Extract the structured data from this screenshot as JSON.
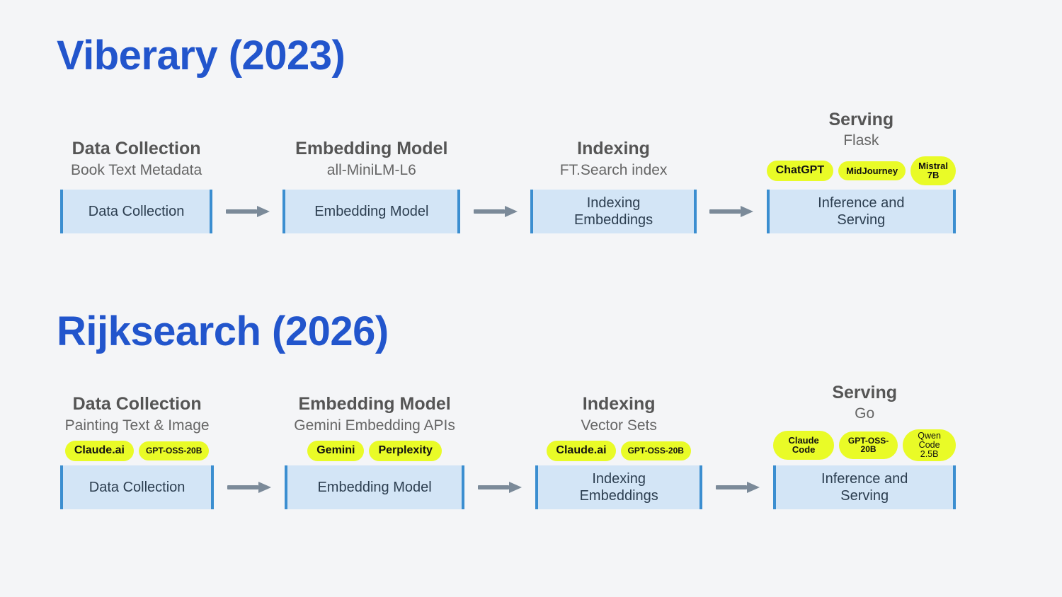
{
  "page": {
    "background_color": "#f4f5f7",
    "title_color": "#2255cc",
    "box_fill_color": "#d3e5f6",
    "box_border_color": "#3b8ed0",
    "pill_color": "#e9fb27",
    "arrow_color": "#7b8a99"
  },
  "sections": [
    {
      "id": "viberary",
      "title": "Viberary (2023)",
      "stages": [
        {
          "title": "Data Collection",
          "subtitle": "Book Text Metadata",
          "pills": [],
          "box_label": "Data Collection"
        },
        {
          "title": "Embedding Model",
          "subtitle": "all-MiniLM-L6",
          "pills": [],
          "box_label": "Embedding Model"
        },
        {
          "title": "Indexing",
          "subtitle": "FT.Search index",
          "pills": [],
          "box_label": "Indexing\nEmbeddings"
        },
        {
          "title": "Serving",
          "subtitle": "Flask",
          "pills": [
            {
              "label": "ChatGPT",
              "size": "sz-lg"
            },
            {
              "label": "MidJourney",
              "size": "sz-md"
            },
            {
              "label": "Mistral 7B",
              "size": "sz-md"
            }
          ],
          "box_label": "Inference and\nServing"
        }
      ]
    },
    {
      "id": "rijksearch",
      "title": "Rijksearch (2026)",
      "stages": [
        {
          "title": "Data Collection",
          "subtitle": "Painting Text & Image",
          "pills": [
            {
              "label": "Claude.ai",
              "size": "sz-lg"
            },
            {
              "label": "GPT-OSS-20B",
              "size": "sz-sm"
            }
          ],
          "box_label": "Data Collection"
        },
        {
          "title": "Embedding Model",
          "subtitle": "Gemini Embedding APIs",
          "pills": [
            {
              "label": "Gemini",
              "size": "sz-lg"
            },
            {
              "label": "Perplexity",
              "size": "sz-lg"
            }
          ],
          "box_label": "Embedding Model"
        },
        {
          "title": "Indexing",
          "subtitle": "Vector Sets",
          "pills": [
            {
              "label": "Claude.ai",
              "size": "sz-lg"
            },
            {
              "label": "GPT-OSS-20B",
              "size": "sz-sm"
            }
          ],
          "box_label": "Indexing\nEmbeddings"
        },
        {
          "title": "Serving",
          "subtitle": "Go",
          "pills": [
            {
              "label": "Claude Code",
              "size": "sz-md"
            },
            {
              "label": "GPT-OSS-20B",
              "size": "sz-sm"
            },
            {
              "label": "Qwen Code\n2.5B",
              "size": "sz-two"
            }
          ],
          "box_label": "Inference and\nServing"
        }
      ]
    }
  ]
}
